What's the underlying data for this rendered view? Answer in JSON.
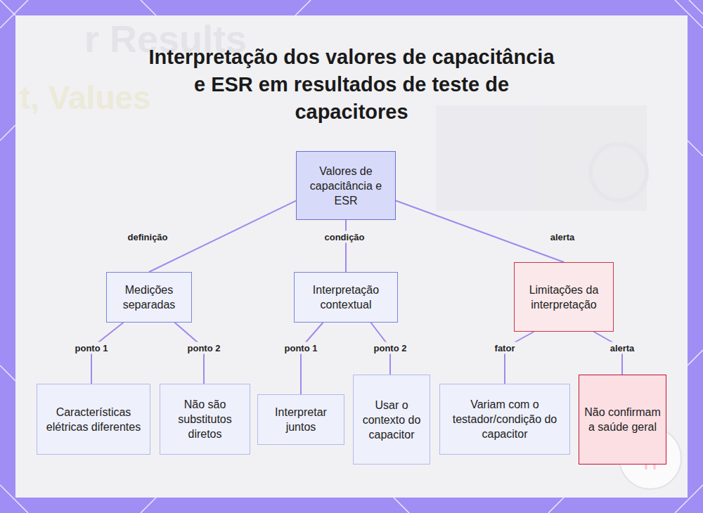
{
  "diagram": {
    "title": "Interpretação dos valores de capacitância e ESR em resultados de teste de capacitores",
    "nodes": [
      {
        "text": [
          "Valores de capacitância e ESR"
        ]
      },
      {
        "text": [
          "Medições separadas"
        ]
      },
      {
        "text": [
          "Interpretação contextual"
        ]
      },
      {
        "text": [
          "Limitações da interpretação"
        ]
      },
      {
        "text": [
          "Características elétricas diferentes"
        ]
      },
      {
        "text": [
          "Não são substitutos diretos"
        ]
      },
      {
        "text": [
          "Interpretar juntos"
        ]
      },
      {
        "text": [
          "Usar o contexto do capacitor"
        ]
      },
      {
        "text": [
          "Variam com o testador/condição do capacitor"
        ]
      },
      {
        "text": [
          "Não confirmam a saúde geral"
        ]
      }
    ],
    "edges": [
      {
        "from": 0,
        "to": 1,
        "label": "definição",
        "arrow": "none"
      },
      {
        "from": 0,
        "to": 2,
        "label": "condição",
        "arrow": "none"
      },
      {
        "from": 0,
        "to": 3,
        "label": "alerta",
        "arrow": "none"
      },
      {
        "from": 1,
        "to": 4,
        "label": "ponto 1",
        "arrow": "none"
      },
      {
        "from": 1,
        "to": 5,
        "label": "ponto 2",
        "arrow": "none"
      },
      {
        "from": 2,
        "to": 6,
        "label": "ponto 1",
        "arrow": "none"
      },
      {
        "from": 2,
        "to": 7,
        "label": "ponto 2",
        "arrow": "none"
      },
      {
        "from": 3,
        "to": 8,
        "label": "fator",
        "arrow": "none"
      },
      {
        "from": 3,
        "to": 9,
        "label": "alerta",
        "arrow": "none"
      }
    ],
    "labels": [
      "r Results",
      "t, Values"
    ]
  }
}
